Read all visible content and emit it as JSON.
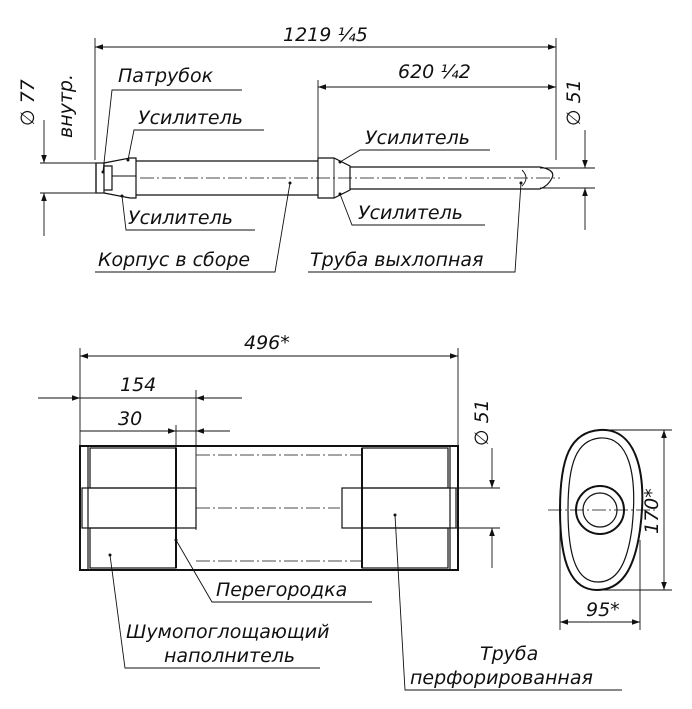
{
  "top_view": {
    "dim_total": "1219 ¼5",
    "dim_pipe": "620 ¼2",
    "dim_inner_diameter": "∅ 77",
    "dim_inner_note": "внутр.",
    "dim_outlet_diameter": "∅ 51",
    "labels": {
      "patrubok": "Патрубок",
      "usilitel_1": "Усилитель",
      "usilitel_2": "Усилитель",
      "usilitel_3": "Усилитель",
      "usilitel_4": "Усилитель",
      "korpus": "Корпус в сборе",
      "truba": "Труба выхлопная"
    }
  },
  "section_view": {
    "dim_length": "496*",
    "dim_154": "154",
    "dim_30": "30",
    "dim_diameter": "∅ 51",
    "dim_height": "170*",
    "dim_width": "95*",
    "labels": {
      "peregorodka": "Перегородка",
      "filler_line1": "Шумопоглощающий",
      "filler_line2": "наполнитель",
      "perf_line1": "Труба",
      "perf_line2": "перфорированная"
    }
  }
}
